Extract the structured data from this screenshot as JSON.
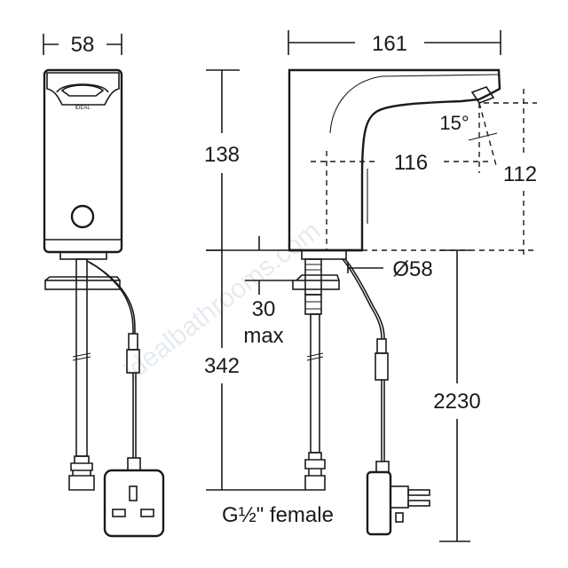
{
  "watermark": "idealbathrooms.com",
  "logo_text": "IDEAL",
  "dimensions": {
    "width_front": "58",
    "total_width": "161",
    "spout_height": "138",
    "projection": "116",
    "spout_clearance": "112",
    "angle": "15°",
    "base_diameter": "Ø58",
    "deck_thickness": "30",
    "deck_thickness_suffix": "max",
    "hose_length": "342",
    "cable_length": "2230",
    "connection": "G½\" female"
  }
}
